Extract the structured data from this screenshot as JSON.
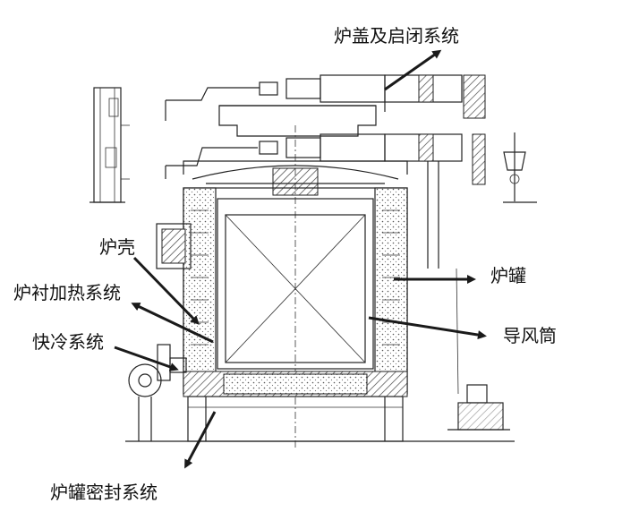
{
  "labels": {
    "lid_system": "炉盖及启闭系统",
    "furnace_shell": "炉壳",
    "lining_heating": "炉衬加热系统",
    "fast_cooling": "快冷系统",
    "retort": "炉罐",
    "air_guide": "导风筒",
    "retort_seal": "炉罐密封系统"
  },
  "colors": {
    "line": "#222222",
    "arrow": "#1a1a1a",
    "hatch": "#555555",
    "background": "#ffffff"
  }
}
